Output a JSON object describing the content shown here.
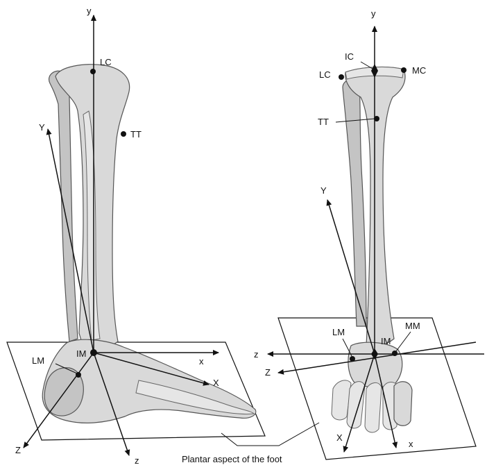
{
  "left_figure": {
    "axes": {
      "y": "y",
      "x": "x",
      "z": "z",
      "Y": "Y",
      "X": "X",
      "Z": "Z"
    },
    "landmarks": {
      "LC": "LC",
      "TT": "TT",
      "IM": "IM",
      "LM": "LM"
    }
  },
  "right_figure": {
    "axes": {
      "y": "y",
      "x": "x",
      "z": "z",
      "Y": "Y",
      "X": "X",
      "Z": "Z"
    },
    "landmarks": {
      "IC": "IC",
      "LC": "LC",
      "MC": "MC",
      "TT": "TT",
      "LM": "LM",
      "IM": "IM",
      "MM": "MM"
    }
  },
  "caption": "Plantar aspect of the foot"
}
